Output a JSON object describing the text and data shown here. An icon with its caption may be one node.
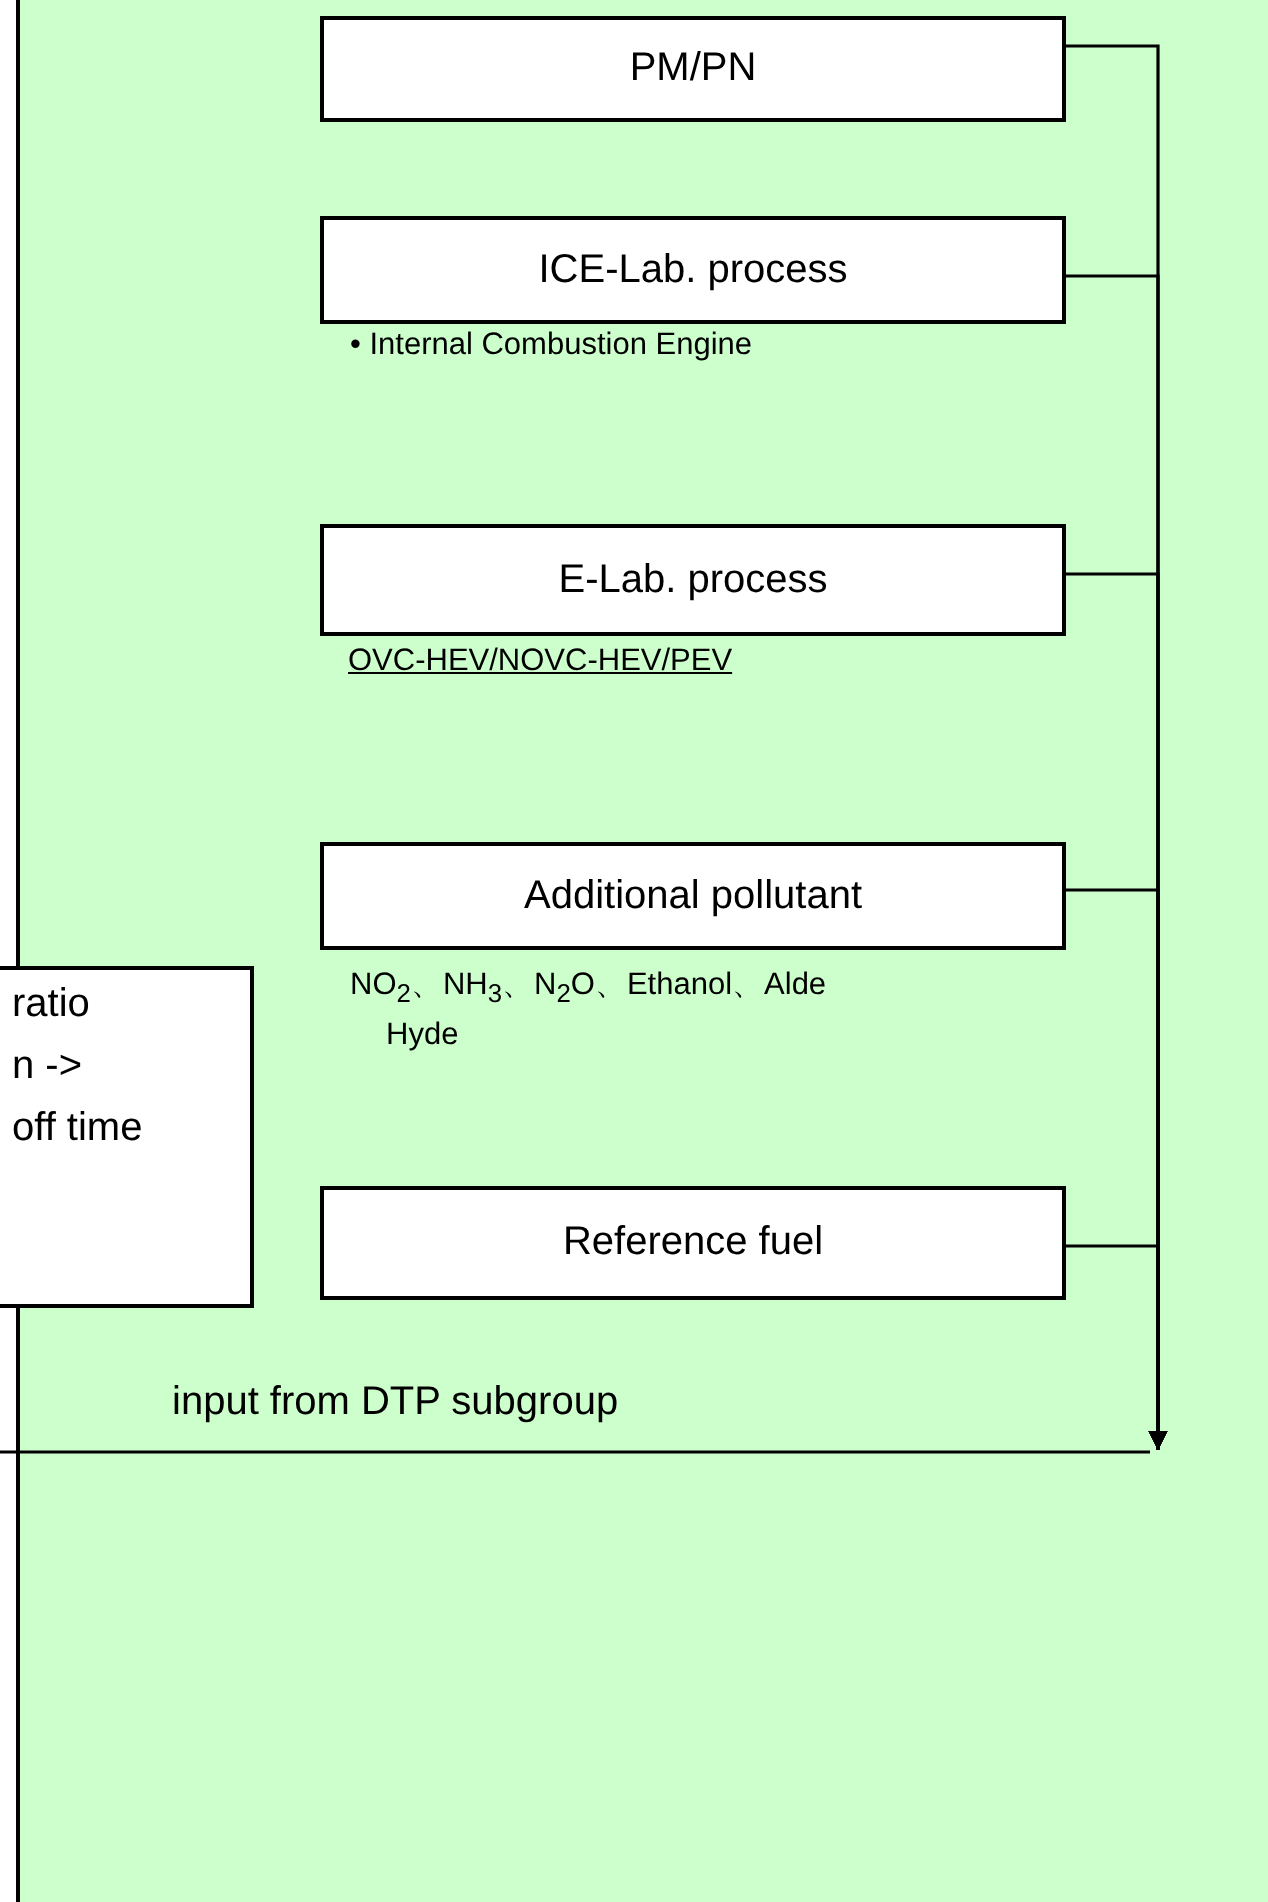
{
  "diagram": {
    "nodes": [
      {
        "text": [
          "PM/PN"
        ]
      },
      {
        "text": [
          "ICE-Lab. process"
        ],
        "beside": [
          "• Internal Combustion Engine"
        ]
      },
      {
        "text": [
          "E-Lab. process"
        ],
        "beside": [
          "OVC-HEV/NOVC-HEV/PEV"
        ]
      },
      {
        "text": [
          "Additional pollutant"
        ],
        "beside": [
          "NO$_{2}$、NH$_{3}$、N$_{2}$O、Ethanol、Alde Hyde"
        ]
      },
      {
        "text": [
          "Reference fuel"
        ]
      },
      {
        "text": [
          "ratio",
          "n ->",
          "off time"
        ]
      }
    ],
    "edges": [
      {
        "from": 0,
        "to": null,
        "arrow": "to"
      },
      {
        "from": 1,
        "to": null,
        "arrow": "to"
      },
      {
        "from": 2,
        "to": null,
        "arrow": "to"
      },
      {
        "from": 3,
        "to": null,
        "arrow": "to"
      },
      {
        "from": 4,
        "to": null,
        "arrow": "to"
      }
    ],
    "labels": [
      "input from DTP subgroup"
    ]
  }
}
